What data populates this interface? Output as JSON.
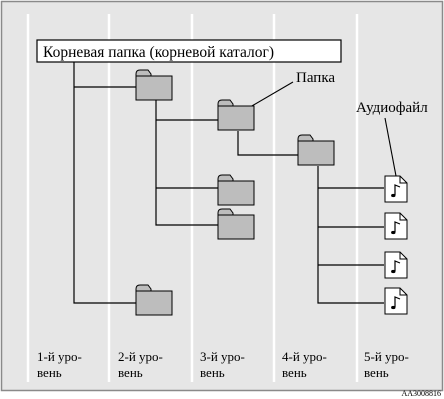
{
  "diagram": {
    "root_label": "Корневая папка (корневой каталог)",
    "folder_callout": "Папка",
    "audio_callout": "Аудиофайл",
    "figure_code": "AA3008816",
    "levels": [
      {
        "line1": "1-й уро-",
        "line2": "вень"
      },
      {
        "line1": "2-й уро-",
        "line2": "вень"
      },
      {
        "line1": "3-й уро-",
        "line2": "вень"
      },
      {
        "line1": "4-й уро-",
        "line2": "вень"
      },
      {
        "line1": "5-й уро-",
        "line2": "вень"
      }
    ],
    "colors": {
      "frame_border": "#8a8a8a",
      "panel_background": "#e6e6e6",
      "column_divider": "#ffffff",
      "folder_fill": "#bdbdbd",
      "tree_line": "#000000",
      "file_fill": "#ffffff"
    },
    "icons": {
      "folder": "folder-icon",
      "audio": "audio-file-icon"
    }
  }
}
